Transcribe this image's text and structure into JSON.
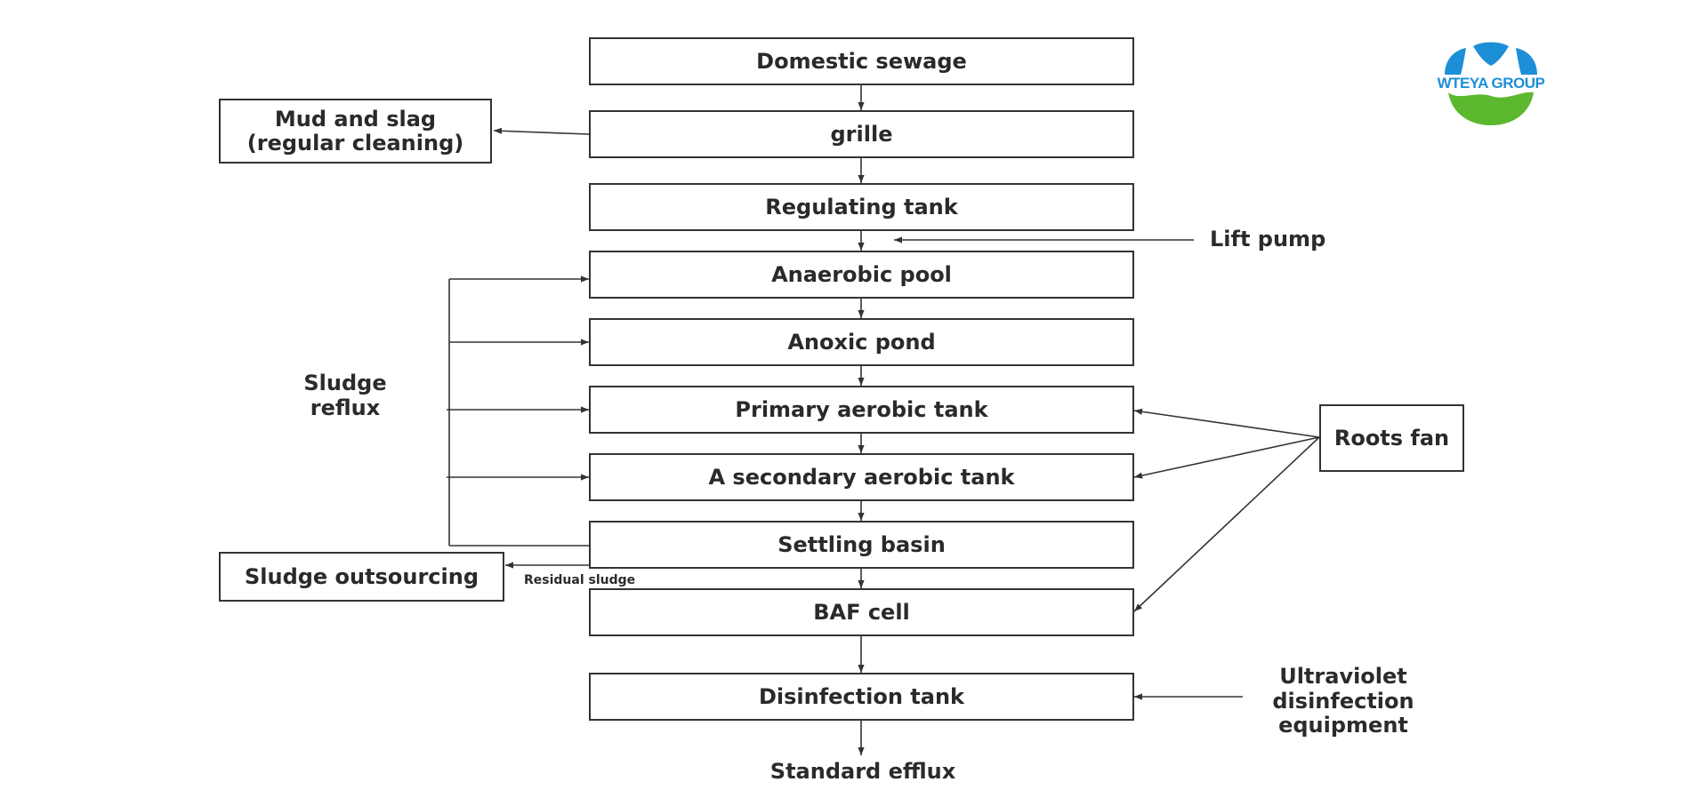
{
  "flow_boxes": {
    "domestic_sewage": "Domestic sewage",
    "grille": "grille",
    "regulating_tank": "Regulating tank",
    "anaerobic_pool": "Anaerobic pool",
    "anoxic_pond": "Anoxic pond",
    "primary_aerobic_tank": "Primary aerobic tank",
    "secondary_aerobic_tank": "A secondary aerobic tank",
    "settling_basin": "Settling basin",
    "baf_cell": "BAF cell",
    "disinfection_tank": "Disinfection tank"
  },
  "side_boxes": {
    "mud_and_slag": "Mud and slag\n(regular cleaning)",
    "sludge_outsourcing": "Sludge outsourcing",
    "roots_fan": "Roots fan"
  },
  "labels": {
    "lift_pump": "Lift pump",
    "sludge_reflux": "Sludge\nreflux",
    "residual_sludge": "Residual sludge",
    "uv_equipment": "Ultraviolet\ndisinfection\nequipment",
    "standard_efflux": "Standard efflux"
  },
  "logo": {
    "text": "WTEYA GROUP",
    "colors": {
      "blue": "#1d8fd8",
      "green": "#5cb82e"
    }
  },
  "colors": {
    "line": "#333333"
  }
}
